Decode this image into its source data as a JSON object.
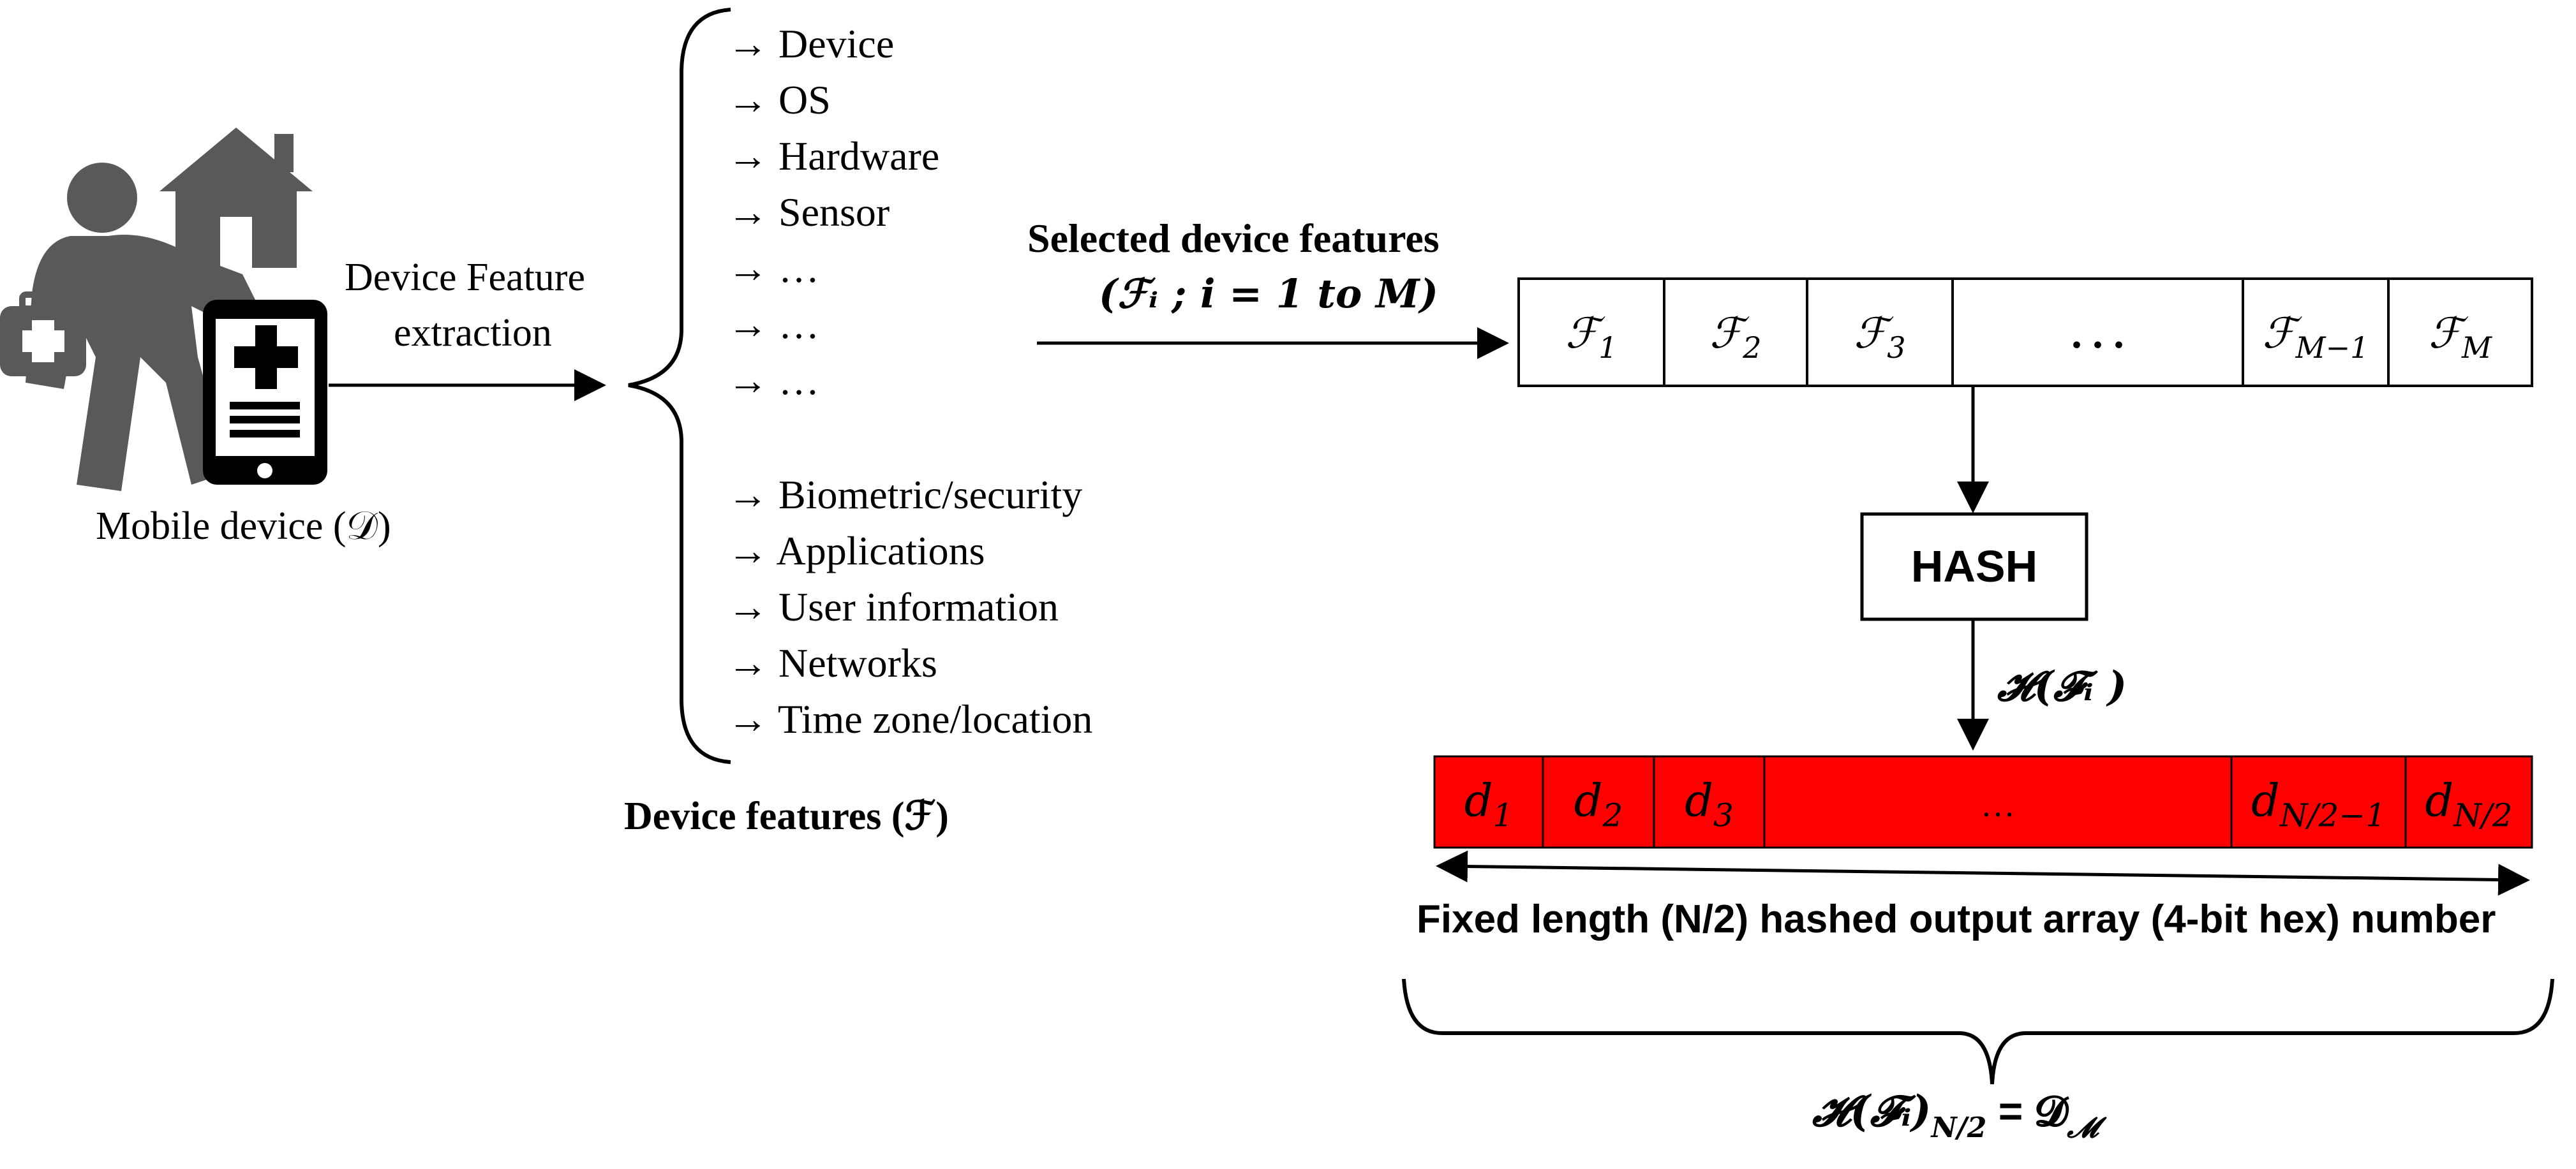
{
  "device": {
    "label": "Mobile device (𝒟)",
    "extraction_label_line1": "Device Feature",
    "extraction_label_line2": "extraction"
  },
  "features": {
    "group_a": [
      "Device",
      "OS",
      "Hardware",
      "Sensor",
      "…",
      "…",
      "…"
    ],
    "group_b": [
      "Biometric/security",
      "Applications",
      "User information",
      "Networks",
      "Time zone/location"
    ],
    "arrow_glyph": "→",
    "caption": "Device features (ℱ)"
  },
  "selected": {
    "line1": "Selected device features",
    "line2": "(ℱᵢ ; i = 1 to M)"
  },
  "feature_array": {
    "cells": [
      {
        "base": "ℱ",
        "sub": "1"
      },
      {
        "base": "ℱ",
        "sub": "2"
      },
      {
        "base": "ℱ",
        "sub": "3"
      },
      {
        "base": ". . .",
        "sub": ""
      },
      {
        "base": "ℱ",
        "sub": "M−1"
      },
      {
        "base": "ℱ",
        "sub": "M"
      }
    ]
  },
  "hash": {
    "box_label": "HASH",
    "output_label": "𝓗(𝓕ᵢ )"
  },
  "hex_array": {
    "fill_color": "#ff0000",
    "cells": [
      {
        "base": "d",
        "sub": "1"
      },
      {
        "base": "d",
        "sub": "2"
      },
      {
        "base": "d",
        "sub": "3"
      },
      {
        "base": "…",
        "sub": ""
      },
      {
        "base": "d",
        "sub": "N/2−1"
      },
      {
        "base": "d",
        "sub": "N/2"
      }
    ],
    "length_caption": "Fixed length (N/2) hashed output array (4-bit hex) number"
  },
  "result": {
    "label": "𝓗(𝓕ᵢ)",
    "sub": "N/2",
    "rhs": " = 𝓓",
    "rhs_sub": "𝓜"
  }
}
